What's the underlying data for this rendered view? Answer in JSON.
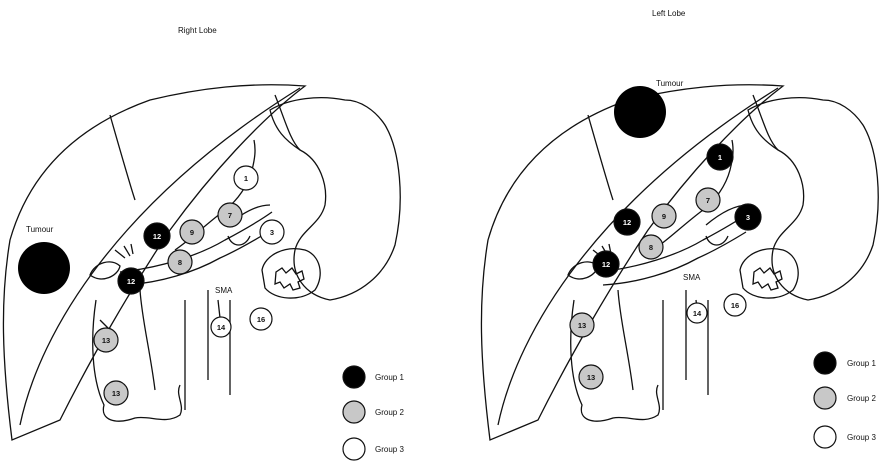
{
  "panels": {
    "right": {
      "title": "Right Lobe",
      "tumour_label": "Tumour",
      "sma_label": "SMA",
      "nodes": [
        {
          "id": "1",
          "group": 3
        },
        {
          "id": "3",
          "group": 3
        },
        {
          "id": "7",
          "group": 2
        },
        {
          "id": "8",
          "group": 2
        },
        {
          "id": "9",
          "group": 2
        },
        {
          "id": "12",
          "group": 1
        },
        {
          "id": "12",
          "group": 1
        },
        {
          "id": "13",
          "group": 2
        },
        {
          "id": "13",
          "group": 2
        },
        {
          "id": "14",
          "group": 3
        },
        {
          "id": "16",
          "group": 3
        }
      ]
    },
    "left": {
      "title": "Left Lobe",
      "tumour_label": "Tumour",
      "sma_label": "SMA",
      "nodes": [
        {
          "id": "1",
          "group": 1
        },
        {
          "id": "3",
          "group": 1
        },
        {
          "id": "7",
          "group": 2
        },
        {
          "id": "8",
          "group": 2
        },
        {
          "id": "9",
          "group": 2
        },
        {
          "id": "12",
          "group": 1
        },
        {
          "id": "12",
          "group": 1
        },
        {
          "id": "13",
          "group": 2
        },
        {
          "id": "13",
          "group": 2
        },
        {
          "id": "14",
          "group": 3
        },
        {
          "id": "16",
          "group": 3
        }
      ]
    }
  },
  "legend": [
    {
      "label": "Group 1",
      "color": "#000000"
    },
    {
      "label": "Group 2",
      "color": "#c8c8c8"
    },
    {
      "label": "Group 3",
      "color": "#ffffff"
    }
  ],
  "colors": {
    "line": "#111111",
    "tumour": "#000000"
  }
}
